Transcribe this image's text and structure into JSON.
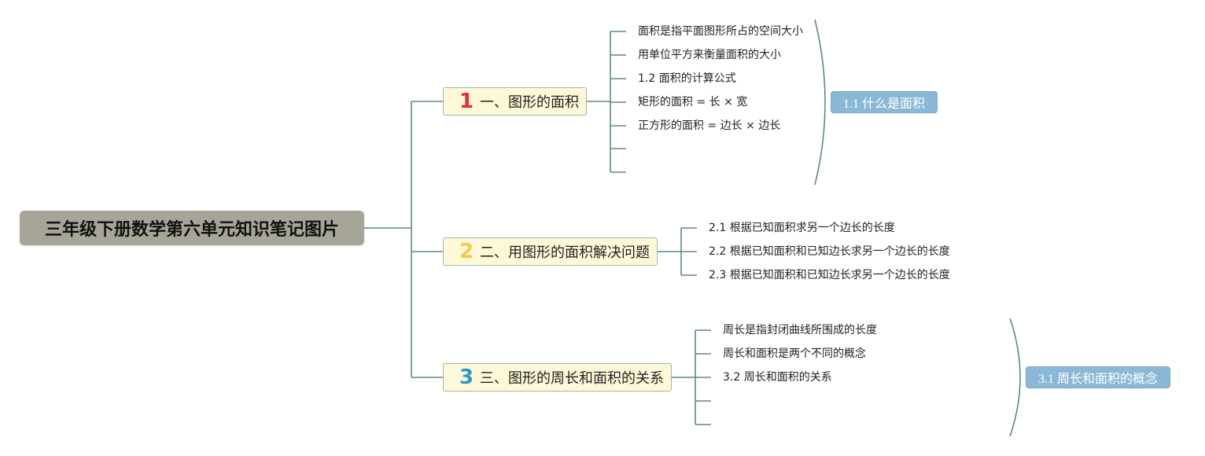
{
  "root": {
    "label": "三年级下册数学第六单元知识笔记图片"
  },
  "topics": [
    {
      "num": "1",
      "label": "一、图形的面积",
      "leaves": [
        "面积是指平面图形所占的空间大小",
        "用单位平方来衡量面积的大小",
        "1.2 面积的计算公式",
        "矩形的面积 = 长 × 宽",
        "正方形的面积 = 边长 × 边长",
        "",
        ""
      ],
      "tag": "1.1 什么是面积"
    },
    {
      "num": "2",
      "label": "二、用图形的面积解决问题",
      "leaves": [
        "2.1 根据已知面积求另一个边长的长度",
        "2.2 根据已知面积和已知边长求另一个边长的长度",
        "2.3 根据已知面积和已知边长求另一个边长的长度"
      ]
    },
    {
      "num": "3",
      "label": "三、图形的周长和面积的关系",
      "leaves": [
        "周长是指封闭曲线所围成的长度",
        "周长和面积是两个不同的概念",
        "3.2 周长和面积的关系",
        "",
        ""
      ],
      "tag": "3.1 周长和面积的概念"
    }
  ],
  "colors": {
    "line": "#5e8a7e",
    "root_bg": "#a6a598",
    "topic_bg": "#fdf8d8",
    "tag_bg": "#8ab8d6"
  }
}
